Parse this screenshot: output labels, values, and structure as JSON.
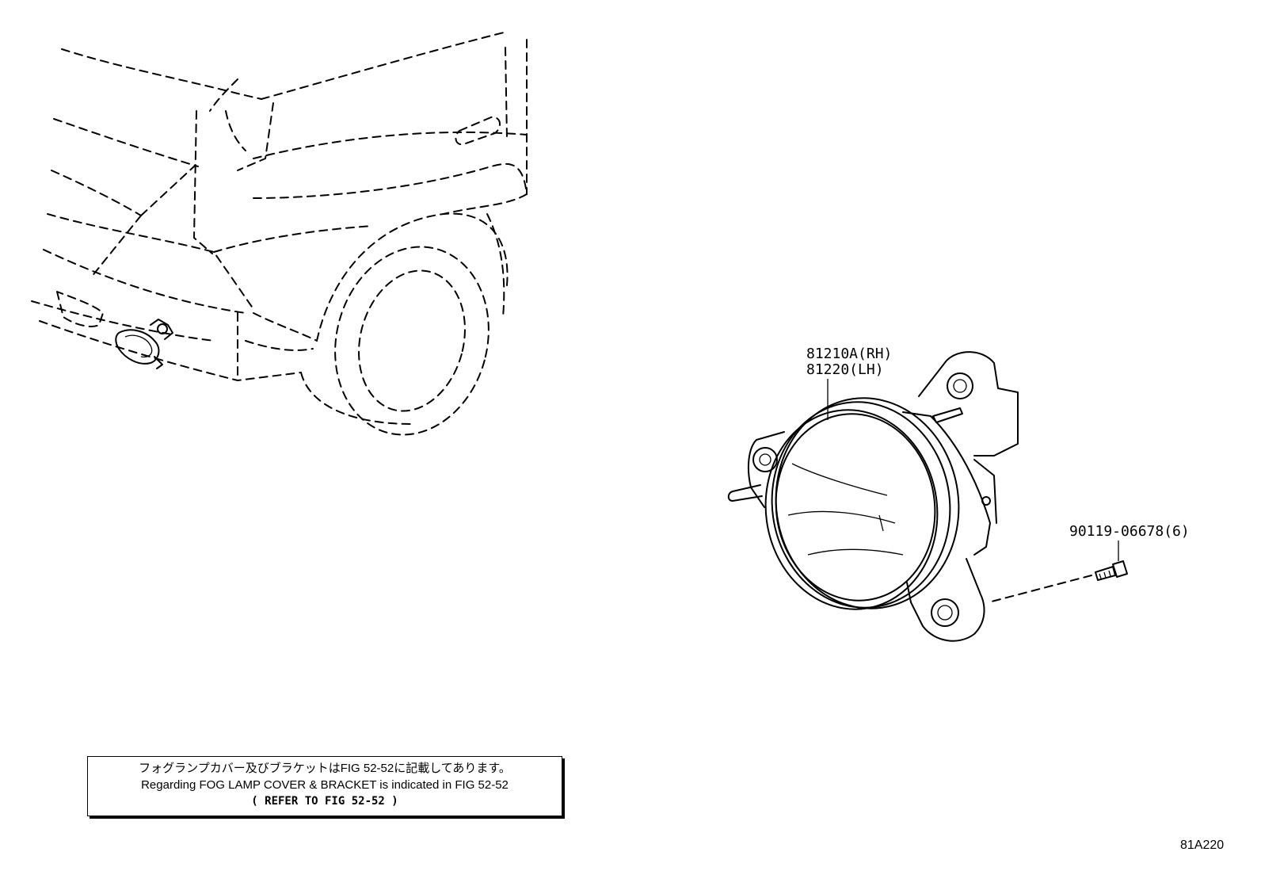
{
  "callouts": {
    "lamp_rh": "81210A(RH)",
    "lamp_lh": "81220(LH)",
    "screw": "90119-06678(6)"
  },
  "note": {
    "jp": "フォグランプカバー及びブラケットはFIG 52-52に記載してあります。",
    "en": "Regarding FOG LAMP COVER & BRACKET is indicated in FIG 52-52",
    "ref": "(   REFER TO FIG 52-52   )"
  },
  "figure_code": "81A220"
}
